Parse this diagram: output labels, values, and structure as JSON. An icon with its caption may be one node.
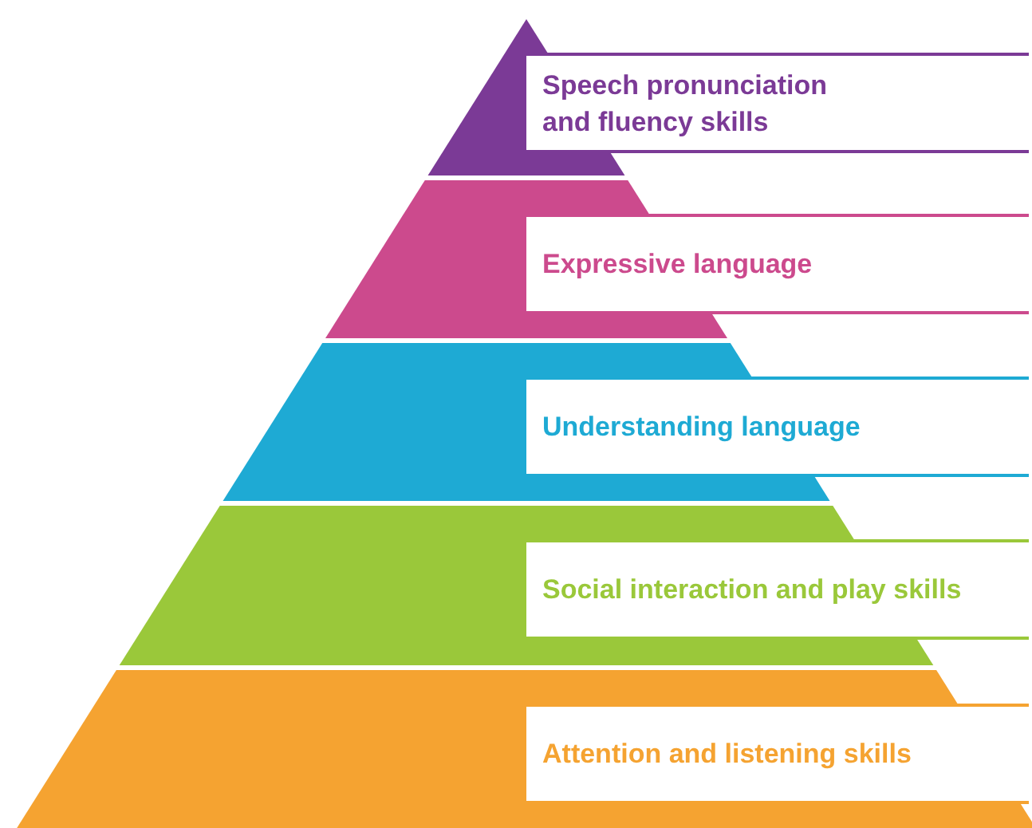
{
  "diagram": {
    "nodes": [
      {
        "text": [
          "Speech pronunciation and fluency skills"
        ]
      },
      {
        "text": [
          "Expressive language"
        ]
      },
      {
        "text": [
          "Understanding language"
        ]
      },
      {
        "text": [
          "Social interaction and play skills"
        ]
      },
      {
        "text": [
          "Attention and listening skills"
        ]
      }
    ]
  }
}
